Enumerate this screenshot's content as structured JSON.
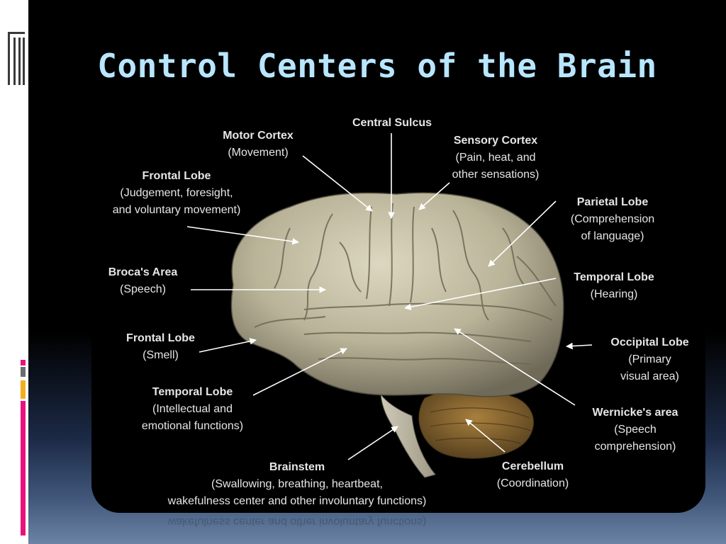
{
  "slide": {
    "title": "Control Centers of the Brain",
    "accent_colors": [
      "#e8117f",
      "#f2b01e",
      "#6d6d6d"
    ]
  },
  "diagram": {
    "image": "Lateral view of the human brain",
    "labels": [
      {
        "name": "Central Sulcus",
        "desc": ""
      },
      {
        "name": "Motor Cortex",
        "desc": "(Movement)"
      },
      {
        "name": "Sensory Cortex",
        "desc": "(Pain, heat, and other sensations)",
        "desc_lines": [
          "(Pain, heat, and",
          "other sensations)"
        ]
      },
      {
        "name": "Frontal Lobe",
        "desc": "(Judgement, foresight, and voluntary movement)",
        "desc_lines": [
          "(Judgement, foresight,",
          "and voluntary movement)"
        ]
      },
      {
        "name": "Parietal Lobe",
        "desc": "(Comprehension of language)",
        "desc_lines": [
          "(Comprehension",
          "of language)"
        ]
      },
      {
        "name": "Broca's Area",
        "desc": "(Speech)"
      },
      {
        "name": "Temporal Lobe",
        "desc": "(Hearing)"
      },
      {
        "name": "Frontal Lobe",
        "desc": "(Smell)"
      },
      {
        "name": "Occipital Lobe",
        "desc": "(Primary visual area)",
        "desc_lines": [
          "(Primary",
          "visual area)"
        ]
      },
      {
        "name": "Temporal Lobe",
        "desc": "(Intellectual and emotional functions)",
        "desc_lines": [
          "(Intellectual and",
          "emotional functions)"
        ]
      },
      {
        "name": "Wernicke's area",
        "desc": "(Speech comprehension)",
        "desc_lines": [
          "(Speech",
          "comprehension)"
        ]
      },
      {
        "name": "Brainstem",
        "desc": "(Swallowing, breathing, heartbeat, wakefulness center and other involuntary functions)",
        "desc_lines": [
          "(Swallowing, breathing, heartbeat,",
          "wakefulness center and other involuntary functions)"
        ]
      },
      {
        "name": "Cerebellum",
        "desc": "(Coordination)"
      }
    ]
  }
}
